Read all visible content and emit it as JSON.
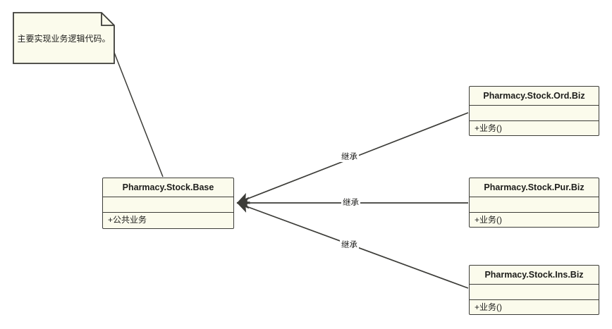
{
  "diagram": {
    "type": "uml-class-diagram",
    "background_color": "#ffffff",
    "node_fill_color": "#fbfbec",
    "node_border_color": "#3c3c38",
    "edge_color": "#3c3c38"
  },
  "note": {
    "text": "主要实现业务逻辑代码。"
  },
  "base_class": {
    "name": "Pharmacy.Stock.Base",
    "attributes": "",
    "operations": "+公共业务"
  },
  "subclasses": [
    {
      "name": "Pharmacy.Stock.Ord.Biz",
      "attributes": "",
      "operations": "+业务()"
    },
    {
      "name": "Pharmacy.Stock.Pur.Biz",
      "attributes": "",
      "operations": "+业务()"
    },
    {
      "name": "Pharmacy.Stock.Ins.Biz",
      "attributes": "",
      "operations": "+业务()"
    }
  ],
  "edges": [
    {
      "label": "继承",
      "from": "Pharmacy.Stock.Ord.Biz",
      "to": "Pharmacy.Stock.Base"
    },
    {
      "label": "继承",
      "from": "Pharmacy.Stock.Pur.Biz",
      "to": "Pharmacy.Stock.Base"
    },
    {
      "label": "继承",
      "from": "Pharmacy.Stock.Ins.Biz",
      "to": "Pharmacy.Stock.Base"
    }
  ]
}
